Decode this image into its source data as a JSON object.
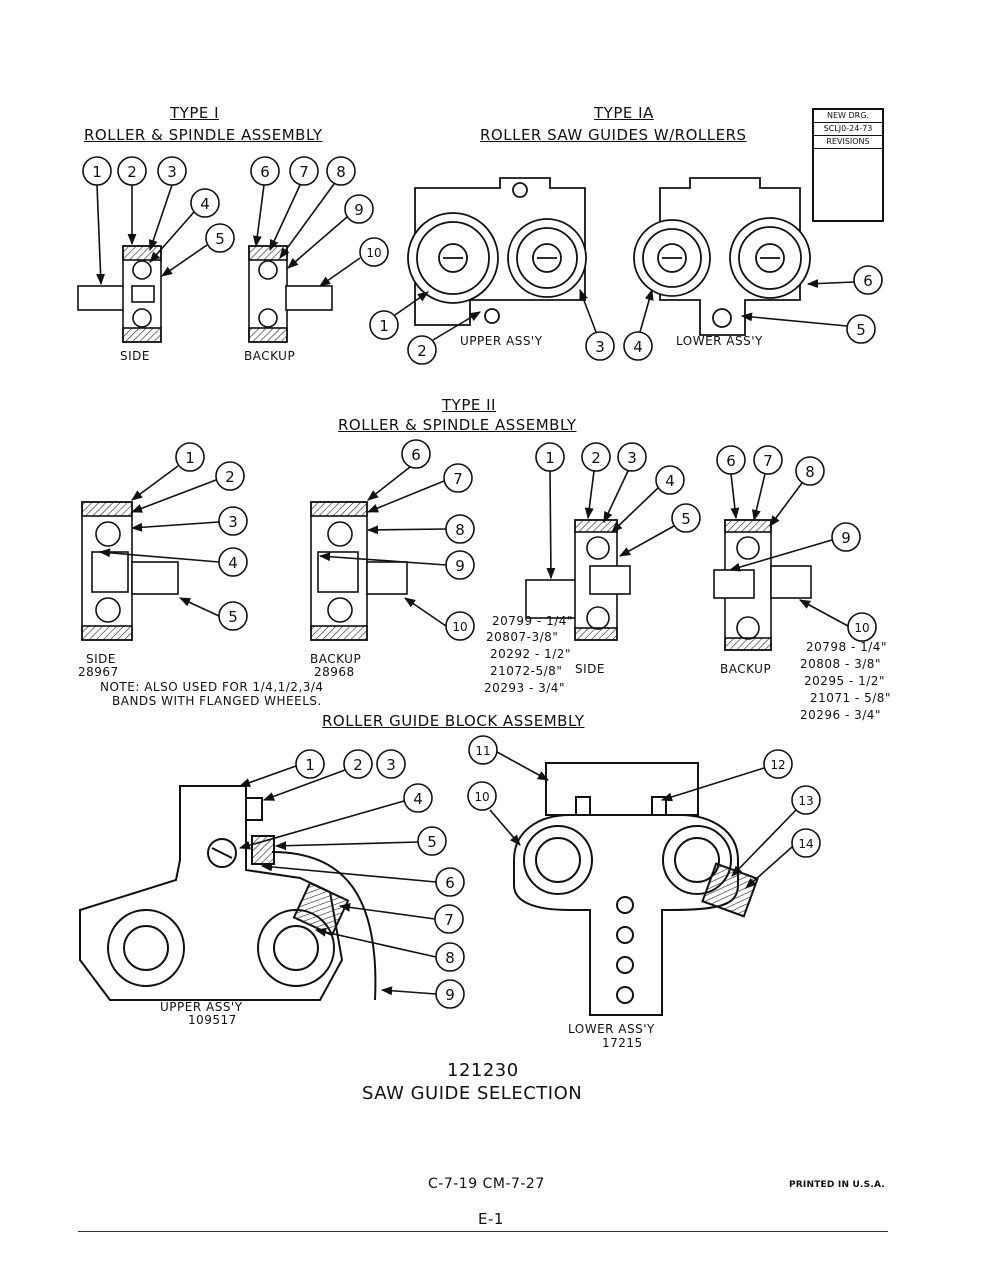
{
  "type1": {
    "title": "TYPE I",
    "subtitle": "ROLLER & SPINDLE ASSEMBLY",
    "side_label": "SIDE",
    "backup_label": "BACKUP",
    "callouts": [
      "1",
      "2",
      "3",
      "4",
      "5",
      "6",
      "7",
      "8",
      "9",
      "10"
    ]
  },
  "type1a": {
    "title": "TYPE IA",
    "subtitle": "ROLLER SAW GUIDES W/ROLLERS",
    "upper_label": "UPPER ASS'Y",
    "lower_label": "LOWER ASS'Y",
    "callouts": [
      "1",
      "2",
      "3",
      "4",
      "5",
      "6"
    ]
  },
  "revisions": {
    "line1": "NEW DRG.",
    "line2": "SCLJ0-24-73",
    "line3": "REVISIONS"
  },
  "type2": {
    "title": "TYPE II",
    "subtitle": "ROLLER & SPINDLE ASSEMBLY",
    "side_label": "SIDE",
    "side_part": "28967",
    "backup_label": "BACKUP",
    "backup_part": "28968",
    "note_line1": "NOTE: ALSO USED FOR 1/4,1/2,3/4",
    "note_line2": "BANDS WITH FLANGED WHEELS.",
    "side_parts": [
      "20799 - 1/4\"",
      "20807-3/8\"",
      "20292 - 1/2\"",
      "21072-5/8\"",
      "20293 - 3/4\""
    ],
    "side2_label": "SIDE",
    "backup2_label": "BACKUP",
    "backup_parts": [
      "20798 - 1/4\"",
      "20808 - 3/8\"",
      "20295 - 1/2\"",
      "21071 - 5/8\"",
      "20296 - 3/4\""
    ],
    "callouts": [
      "1",
      "2",
      "3",
      "4",
      "5",
      "6",
      "7",
      "8",
      "9",
      "10"
    ]
  },
  "block": {
    "title": "ROLLER GUIDE BLOCK ASSEMBLY",
    "upper_label": "UPPER ASS'Y",
    "upper_part": "109517",
    "lower_label": "LOWER ASS'Y",
    "lower_part": "17215",
    "callouts": [
      "1",
      "2",
      "3",
      "4",
      "5",
      "6",
      "7",
      "8",
      "9",
      "10",
      "11",
      "12",
      "13",
      "14"
    ]
  },
  "footer": {
    "part_number": "121230",
    "caption": "SAW GUIDE SELECTION",
    "drawing_code": "C-7-19 CM-7-27",
    "printed": "PRINTED IN U.S.A.",
    "page": "E-1"
  }
}
